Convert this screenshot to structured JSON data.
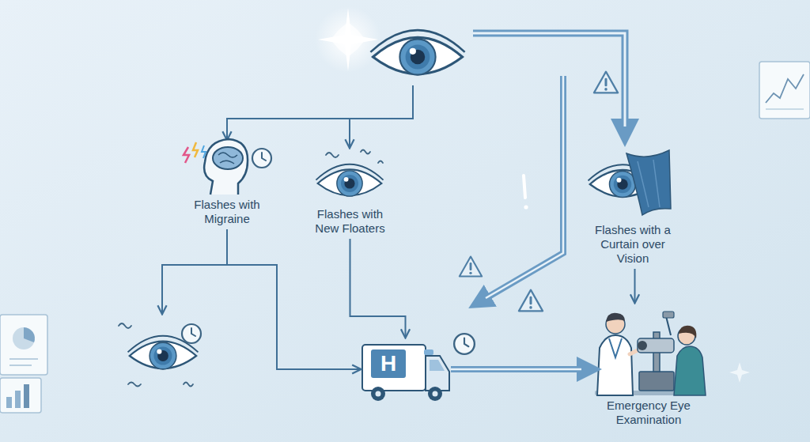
{
  "diagram": {
    "nodes": [
      {
        "text": [
          "Flashes with Migraine"
        ]
      },
      {
        "text": [
          "Flashes with New Floaters"
        ]
      },
      {
        "text": [
          "Flashes with a Curtain over Vision"
        ]
      },
      {
        "text": [
          "H"
        ]
      },
      {
        "text": [
          "Emergency Eye Examination"
        ]
      }
    ],
    "edges": [
      {
        "from": 0,
        "to": 3,
        "arrow": "to"
      },
      {
        "from": 1,
        "to": 3,
        "arrow": "to"
      },
      {
        "from": 3,
        "to": 4,
        "arrow": "to"
      },
      {
        "from": 2,
        "to": 4,
        "arrow": "to"
      }
    ]
  }
}
